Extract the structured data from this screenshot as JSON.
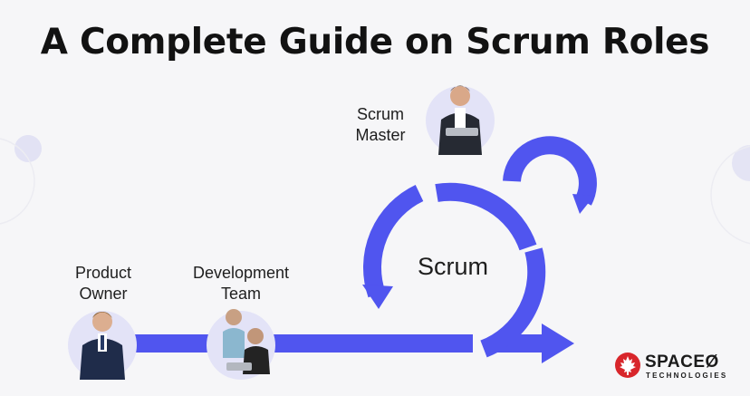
{
  "title": "A Complete Guide on Scrum Roles",
  "roles": {
    "scrum_master": [
      "Scrum",
      "Master"
    ],
    "product_owner": [
      "Product",
      "Owner"
    ],
    "development_team": [
      "Development",
      "Team"
    ]
  },
  "center_label": "Scrum",
  "logo": {
    "main": "SPACEØ",
    "sub": "TECHNOLOGIES"
  },
  "colors": {
    "arrow": "#5055ef",
    "avatar_bg": "#e3e3f7",
    "title": "#121212",
    "logo_red": "#d8262b"
  },
  "icons": [
    "person-avatar",
    "team-avatar",
    "maple-leaf-icon",
    "arrow-right"
  ]
}
